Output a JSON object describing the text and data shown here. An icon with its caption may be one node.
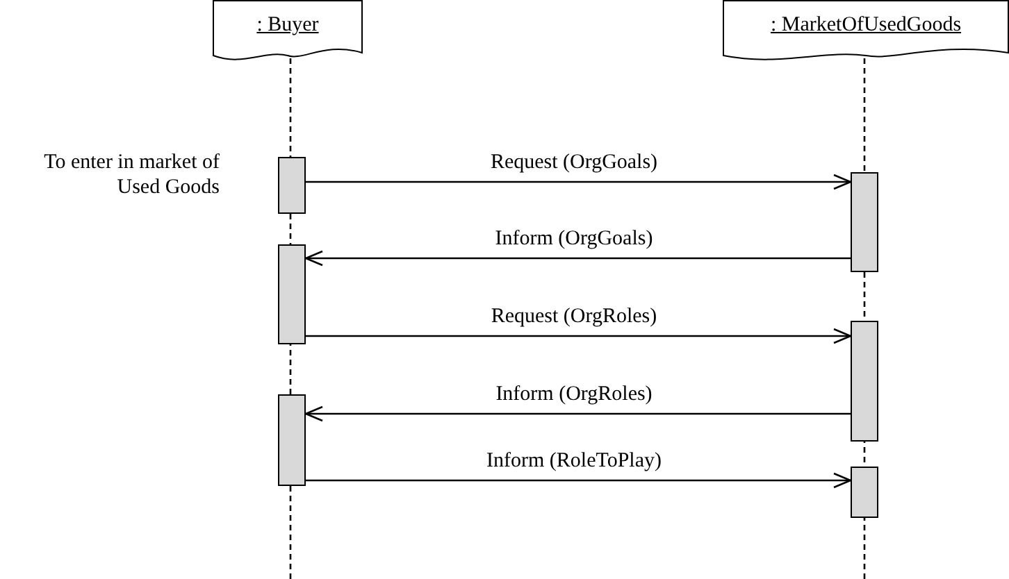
{
  "diagram": {
    "nodes": [
      {
        "text": [
          ": Buyer"
        ]
      },
      {
        "text": [
          ": MarketOfUsedGoods"
        ]
      },
      {
        "text": [],
        "shape": "bar"
      },
      {
        "text": [],
        "shape": "bar"
      },
      {
        "text": [],
        "shape": "bar"
      },
      {
        "text": [],
        "shape": "bar"
      },
      {
        "text": [],
        "shape": "bar"
      },
      {
        "text": [],
        "shape": "bar"
      }
    ],
    "edges": [
      {
        "from": 2,
        "to": 5,
        "arrow": "to",
        "label": "Request (OrgGoals)"
      },
      {
        "from": 5,
        "to": 3,
        "arrow": "to",
        "label": "Inform (OrgGoals)"
      },
      {
        "from": 3,
        "to": 6,
        "arrow": "to",
        "label": "Request (OrgRoles)"
      },
      {
        "from": 6,
        "to": 4,
        "arrow": "to",
        "label": "Inform (OrgRoles)"
      },
      {
        "from": 4,
        "to": 7,
        "arrow": "to",
        "label": "Inform (RoleToPlay)"
      }
    ],
    "labels": [
      "To enter in market of Used Goods"
    ]
  }
}
